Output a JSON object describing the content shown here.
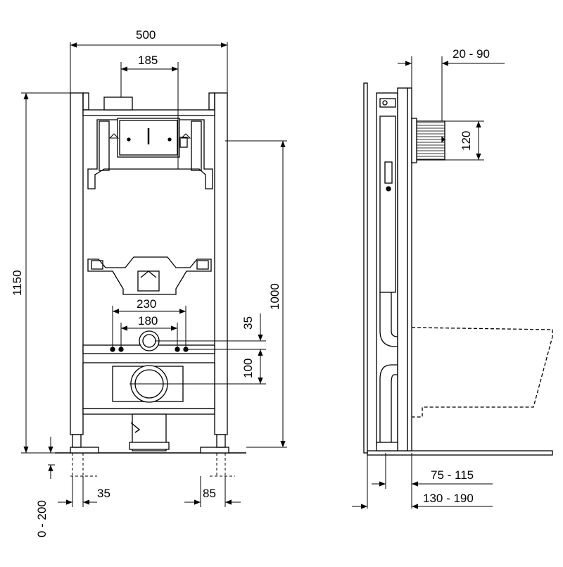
{
  "dimensions": {
    "front_width": "500",
    "flush_plate_width": "185",
    "total_height": "1150",
    "mount_height": "1000",
    "stud_spacing_outer": "230",
    "stud_spacing_inner": "180",
    "stud_to_drain_offset": "35",
    "drain_spacing": "100",
    "foot_offset": "35",
    "foot_width": "85",
    "foot_adjust": "0 - 200",
    "side_pipe_offset": "20 - 90",
    "side_pipe_diameter": "120",
    "side_depth_inner": "75 - 115",
    "side_depth_outer": "130 - 190"
  },
  "colors": {
    "line": "#000000",
    "dashed": "#000000",
    "fill": "#ffffff"
  }
}
